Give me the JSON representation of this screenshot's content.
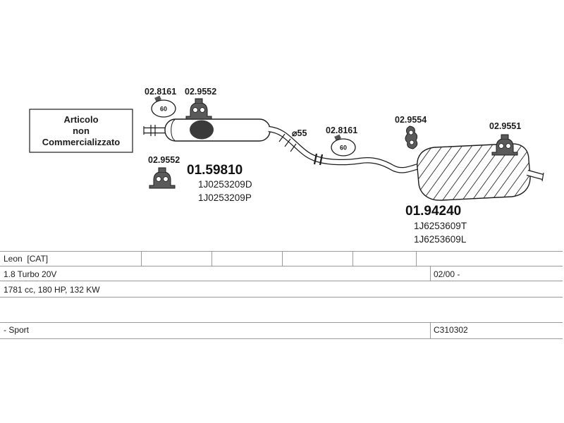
{
  "notice": {
    "lines": [
      "Articolo",
      "non",
      "Commercializzato"
    ]
  },
  "parts": {
    "clamp_front": {
      "number": "02.8161",
      "size": "60"
    },
    "hanger_front_top": {
      "number": "02.9552"
    },
    "hanger_front_bottom": {
      "number": "02.9552"
    },
    "mid_muffler": {
      "number": "01.59810",
      "refs": [
        "1J0253209D",
        "1J0253209P"
      ]
    },
    "pipe_diameter": "⌀55",
    "clamp_rear": {
      "number": "02.8161",
      "size": "60"
    },
    "hanger_mid": {
      "number": "02.9554"
    },
    "hanger_rear": {
      "number": "02.9551"
    },
    "rear_muffler": {
      "number": "01.94240",
      "refs": [
        "1J6253609T",
        "1J6253609L"
      ]
    }
  },
  "table": {
    "model": "Leon  [CAT]",
    "engine": "1.8 Turbo 20V",
    "engine_date": "02/00 -",
    "displacement": "1781 cc, 180 HP, 132 KW",
    "trim": "- Sport",
    "code": "C310302"
  }
}
